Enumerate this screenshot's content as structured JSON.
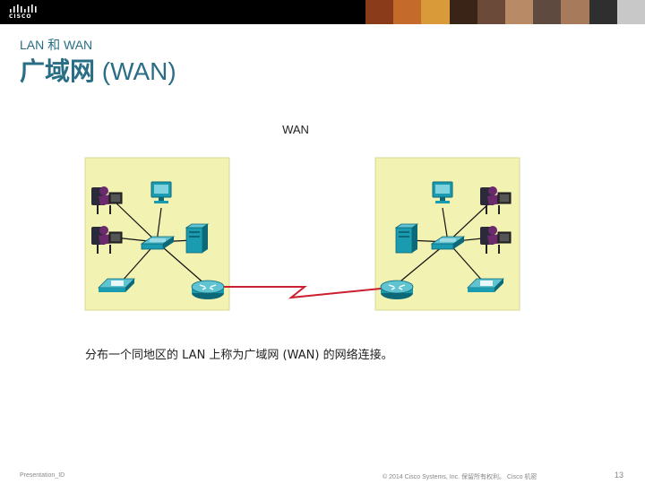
{
  "header": {
    "brand": "CISCO",
    "brand_color": "#000000",
    "photo_colors": [
      "#8a3b1a",
      "#c46a2a",
      "#d99a3a",
      "#3a2418",
      "#6b4a3a",
      "#b88a66",
      "#5e4a3f",
      "#a67a5a",
      "#2f2f2f",
      "#c8c8c8"
    ]
  },
  "slide": {
    "subtitle": "LAN 和 WAN",
    "title_zh": "广域网",
    "title_en": "(WAN)",
    "title_color": "#2a6e86"
  },
  "diagram": {
    "label": "WAN",
    "lan_bg_color": "#f2f2b3",
    "device_color": "#1b9bb0",
    "wan_link_color": "#cc1f2f",
    "icons": [
      "user-workstation-icon",
      "pc-icon",
      "switch-icon",
      "server-icon",
      "router-icon",
      "ip-phone-icon"
    ]
  },
  "caption": {
    "text": "分布一个同地区的 LAN 上称为广域网 (WAN) 的网络连接。"
  },
  "footer": {
    "left": "Presentation_ID",
    "middle": "© 2014 Cisco Systems, Inc. 保留所有权利。 Cisco 机密",
    "page": "13"
  }
}
